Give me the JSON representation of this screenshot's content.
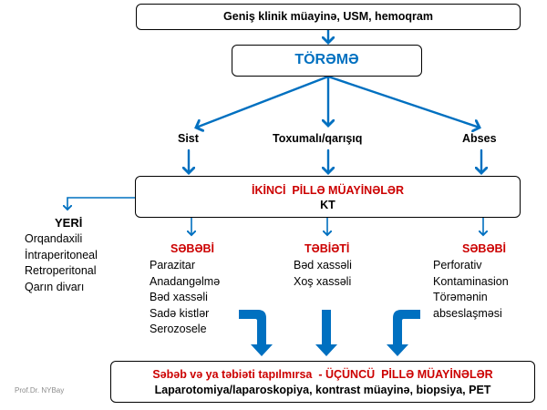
{
  "top_box": {
    "text": "Geniş klinik müayinə, USM, hemoqram"
  },
  "main_box": {
    "text": "TÖRƏMƏ"
  },
  "branches": {
    "left": "Sist",
    "center": "Toxumalı/qarışıq",
    "right": "Abses"
  },
  "second_box": {
    "title": "İKİNCİ  PİLLƏ MÜAYİNƏLƏR",
    "subtitle": "KT"
  },
  "location": {
    "heading": "YERİ",
    "items": [
      "Orqandaxili",
      "İntraperitoneal",
      "Retroperitonal",
      "Qarın divarı"
    ]
  },
  "cause_cyst": {
    "heading": "SƏBƏBİ",
    "items": [
      "Parazitar",
      "Anadangəlmə",
      "Bəd xassəli",
      "Sadə kistlər",
      "Serozosele"
    ]
  },
  "nature": {
    "heading": "TƏBİƏTİ",
    "items": [
      "Bəd xassəli",
      "Xoş xassəli"
    ]
  },
  "cause_abscess": {
    "heading": "SƏBƏBİ",
    "items": [
      "Perforativ",
      "Kontaminasion",
      "Törəmənin",
      "abseslaşməsi"
    ]
  },
  "third_box": {
    "title": "Səbəb və ya təbiəti tapılmırsa  - ÜÇÜNCÜ  PİLLƏ MÜAYİNƏLƏR",
    "subtitle": "Laparotomiya/laparoskopiya, kontrast müayinə, biopsiya, PET"
  },
  "author": "Prof.Dr. NYBay",
  "colors": {
    "arrow": "#0070c0",
    "heading_red": "#cc0000",
    "title_blue": "#0070c0"
  }
}
